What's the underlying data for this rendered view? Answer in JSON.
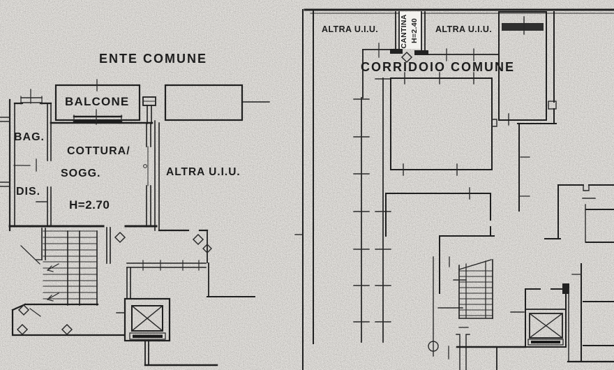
{
  "document": {
    "kind": "scanned cadastral floor plan (planimetria catastale)",
    "paper_color": "#e9e7e3",
    "ink_color": "#1f1f1f"
  },
  "left_plan": {
    "area_label": "ENTE COMUNE",
    "balcony_label": "BALCONE",
    "bath_label": "BAG.",
    "kitchen_label_line1": "COTTURA/",
    "kitchen_label_line2": "SOGG.",
    "hall_label": "DIS.",
    "height_label": "H=2.70",
    "other_unit_label": "ALTRA U.I.U."
  },
  "right_plan": {
    "corridor_label": "CORRIDOIO COMUNE",
    "other_unit_left_label": "ALTRA U.I.U.",
    "other_unit_right_label": "ALTRA U.I.U.",
    "cellar_label": "CANTINA",
    "cellar_height_label": "H=2.40"
  }
}
